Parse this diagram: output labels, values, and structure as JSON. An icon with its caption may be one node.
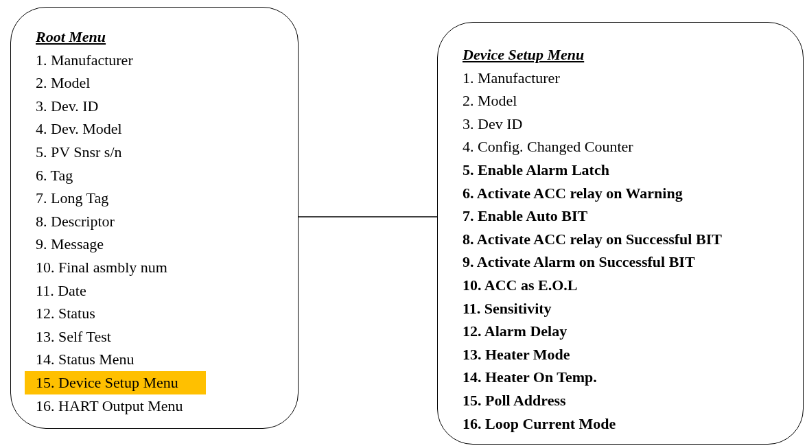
{
  "diagram": {
    "nodes": [
      {
        "text": [
          "Root Menu",
          "1. Manufacturer",
          "2. Model",
          "3. Dev. ID",
          "4. Dev. Model",
          "5. PV Snsr s/n",
          "6. Tag",
          "7. Long Tag",
          "8. Descriptor",
          "9. Message",
          "10. Final asmbly num",
          "11. Date",
          "12. Status",
          "13. Self Test",
          "14. Status Menu",
          "15. Device Setup Menu",
          "16. HART Output Menu"
        ]
      },
      {
        "text": [
          "Device Setup Menu",
          "1. Manufacturer",
          "2. Model",
          "3. Dev ID",
          "4. Config. Changed Counter",
          "5. Enable Alarm Latch",
          "6. Activate ACC relay on Warning",
          "7. Enable Auto BIT",
          "8. Activate ACC relay on Successful BIT",
          "9. Activate Alarm on Successful BIT",
          "10. ACC as E.O.L",
          "11. Sensitivity",
          "12. Alarm Delay",
          "13. Heater Mode",
          "14. Heater On Temp.",
          "15. Poll Address",
          "16. Loop Current Mode"
        ]
      }
    ],
    "edges": [
      {
        "from": 0,
        "to": 1,
        "arrow": "none"
      }
    ]
  }
}
